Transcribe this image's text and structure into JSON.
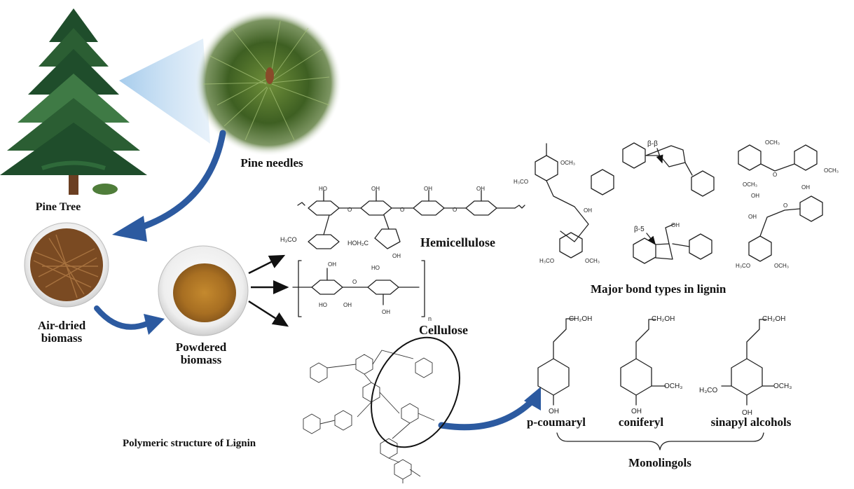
{
  "labels": {
    "pine_tree": "Pine Tree",
    "pine_needles": "Pine needles",
    "air_dried_line1": "Air-dried",
    "air_dried_line2": "biomass",
    "powdered_line1": "Powdered",
    "powdered_line2": "biomass",
    "hemicellulose": "Hemicellulose",
    "cellulose": "Cellulose",
    "lignin_bonds": "Major bond types in lignin",
    "polymeric_lignin": "Polymeric structure of Lignin",
    "monolignols": "Monolingols"
  },
  "monomers": {
    "p_coumaryl": "p-coumaryl",
    "coniferyl": "coniferyl",
    "sinapyl": "sinapyl alcohols"
  },
  "chem_text": {
    "ch2oh": "CH₂OH",
    "och3": "OCH₃",
    "h3co": "H₃CO",
    "oh": "OH",
    "o": "O",
    "ho": "HO",
    "hoh2c": "HOH₂C",
    "n": "n",
    "beta_beta": "β-β",
    "beta_5": "β-5"
  },
  "colors": {
    "arrow_blue": "#2c5aa0",
    "foliage_dark": "#1f4d2b",
    "foliage_light": "#3f7a45",
    "trunk": "#6b3f22",
    "needles_bg": "#4c6b2e",
    "straw": "#8a5a2b",
    "powder": "#b07a2a"
  }
}
